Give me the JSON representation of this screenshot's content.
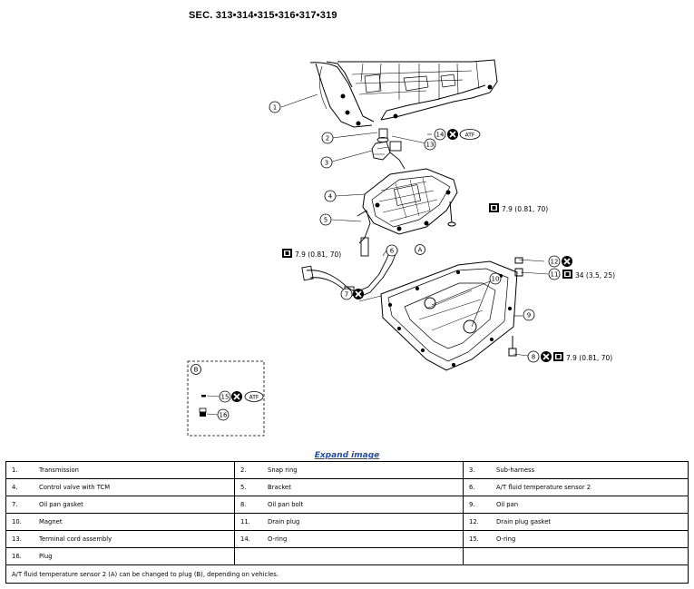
{
  "header": {
    "sec": "SEC. 313•314•315•316•317•319"
  },
  "callouts": {
    "c1": "1",
    "c2": "2",
    "c3": "3",
    "c4": "4",
    "c5": "5",
    "c6": "6",
    "c7": "7",
    "c8": "8",
    "c9": "9",
    "c10": "10",
    "c11": "11",
    "c12": "12",
    "c13": "13",
    "c14": "14",
    "c15": "15",
    "c16": "16"
  },
  "labels": {
    "A": "A",
    "B": "B",
    "atf": "ATF"
  },
  "torques": {
    "t1": "7.9 (0.81, 70)",
    "t2": "7.9 (0.81, 70)",
    "t3": "34 (3.5, 25)",
    "t4": "7.9 (0.81, 70)"
  },
  "expand_link": "Expand image",
  "parts": [
    {
      "num": "1.",
      "name": "Transmission"
    },
    {
      "num": "2.",
      "name": "Snap ring"
    },
    {
      "num": "3.",
      "name": "Sub-harness"
    },
    {
      "num": "4.",
      "name": "Control valve with TCM"
    },
    {
      "num": "5.",
      "name": "Bracket"
    },
    {
      "num": "6.",
      "name": "A/T fluid temperature sensor 2"
    },
    {
      "num": "7.",
      "name": "Oil pan gasket"
    },
    {
      "num": "8.",
      "name": "Oil pan bolt"
    },
    {
      "num": "9.",
      "name": "Oil pan"
    },
    {
      "num": "10.",
      "name": "Magnet"
    },
    {
      "num": "11.",
      "name": "Drain plug"
    },
    {
      "num": "12.",
      "name": "Drain plug gasket"
    },
    {
      "num": "13.",
      "name": "Terminal cord assembly"
    },
    {
      "num": "14.",
      "name": "O-ring"
    },
    {
      "num": "15.",
      "name": "O-ring"
    },
    {
      "num": "16.",
      "name": "Plug"
    }
  ],
  "note": "A/T fluid temperature sensor 2 (A) can be changed to plug (B), depending on vehicles."
}
